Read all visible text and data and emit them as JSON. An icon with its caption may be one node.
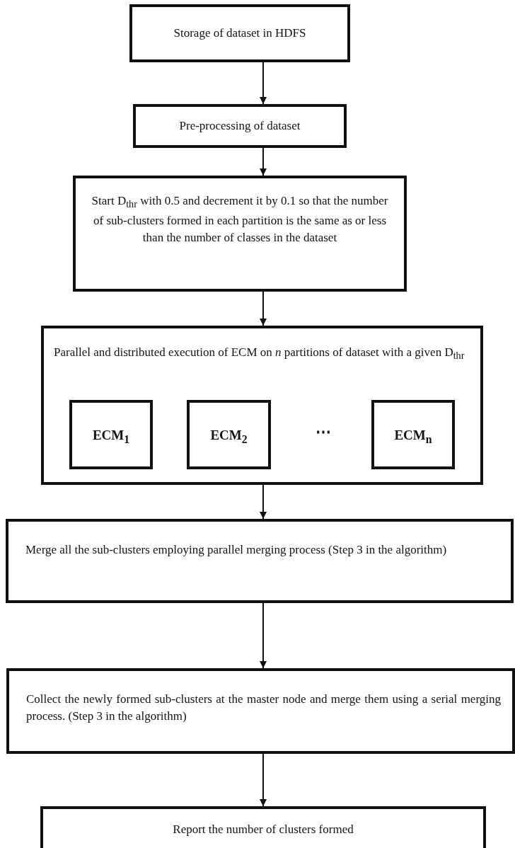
{
  "diagram": {
    "nodes": [
      {
        "text": [
          "Storage of dataset in HDFS"
        ]
      },
      {
        "text": [
          "Pre-processing of dataset"
        ]
      },
      {
        "text": [
          "Start D$_{thr}$ with 0.5 and decrement it by 0.1 so that the number of sub-clusters formed in each partition is the same as or less than the number of classes in the dataset"
        ]
      },
      {
        "text": [
          "Parallel and distributed execution of ECM on *n* partitions of dataset with a given D$_{thr}$"
        ]
      },
      {
        "text": [
          "ECM$_{1}$"
        ],
        "in": 3
      },
      {
        "text": [
          "ECM$_{2}$"
        ],
        "in": 3
      },
      {
        "text": [
          "ECM$_{n}$"
        ],
        "in": 3
      },
      {
        "text": [
          "Merge all the sub-clusters employing parallel merging process (Step 3 in the algorithm)"
        ]
      },
      {
        "text": [
          "Collect the newly formed sub-clusters at the master node and merge them using a serial merging process. (Step 3 in the algorithm)"
        ]
      },
      {
        "text": [
          "Report the number of clusters formed"
        ]
      }
    ],
    "edges": [
      {
        "from": 0,
        "to": 1,
        "arrow": "to"
      },
      {
        "from": 1,
        "to": 2,
        "arrow": "to"
      },
      {
        "from": 2,
        "to": 3,
        "arrow": "to"
      },
      {
        "from": 3,
        "to": 7,
        "arrow": "to"
      },
      {
        "from": 7,
        "to": 8,
        "arrow": "to"
      },
      {
        "from": 8,
        "to": 9,
        "arrow": "to"
      }
    ],
    "labels": [
      "⋯"
    ]
  }
}
